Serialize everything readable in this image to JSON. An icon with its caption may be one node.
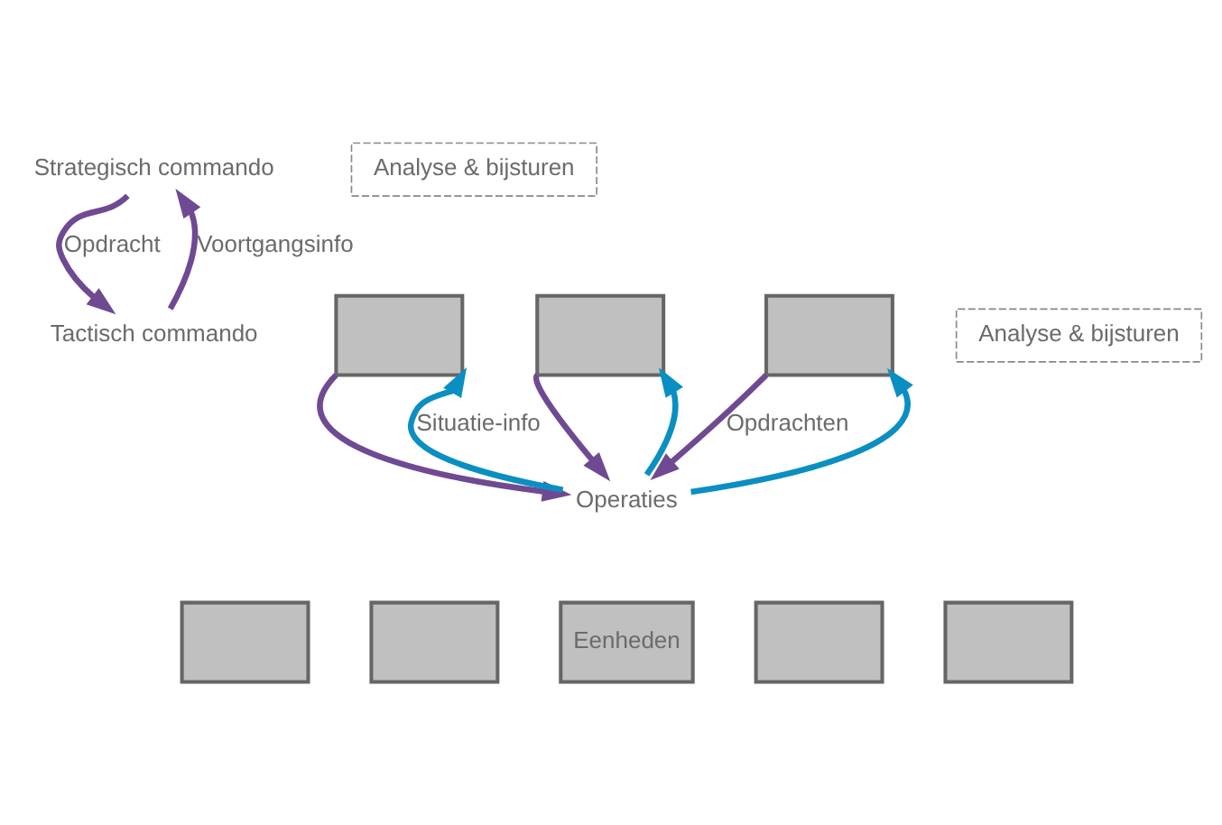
{
  "diagram": {
    "nodes": [
      {
        "text": [
          "Strategisch commando"
        ]
      },
      {
        "text": [
          "Analyse & bijsturen"
        ]
      },
      {
        "text": [
          "Tactisch commando"
        ]
      },
      {
        "text": [
          "Analyse & bijsturen"
        ]
      },
      {
        "text": [],
        "shape": "box"
      },
      {
        "text": [],
        "shape": "box"
      },
      {
        "text": [],
        "shape": "box"
      },
      {
        "text": [
          "Operaties"
        ]
      },
      {
        "text": [],
        "shape": "box"
      },
      {
        "text": [],
        "shape": "box"
      },
      {
        "text": [
          "Eenheden"
        ]
      },
      {
        "text": [],
        "shape": "box"
      },
      {
        "text": [],
        "shape": "box"
      }
    ],
    "edges": [
      {
        "from": 0,
        "to": 2,
        "arrow": "to",
        "label": "Opdracht"
      },
      {
        "from": 2,
        "to": 0,
        "arrow": "to",
        "label": "Voortgangsinfo"
      },
      {
        "from": 4,
        "to": 7,
        "arrow": "to",
        "label": "Opdrachten"
      },
      {
        "from": 7,
        "to": 4,
        "arrow": "to",
        "color": "#0a8fc2"
      },
      {
        "from": 5,
        "to": 7,
        "arrow": "to"
      },
      {
        "from": 7,
        "to": 5,
        "arrow": "to",
        "color": "#0a8fc2"
      },
      {
        "from": 6,
        "to": 7,
        "arrow": "to"
      },
      {
        "from": 7,
        "to": 6,
        "arrow": "to",
        "color": "#0a8fc2",
        "label": "Situatie-info"
      }
    ]
  }
}
